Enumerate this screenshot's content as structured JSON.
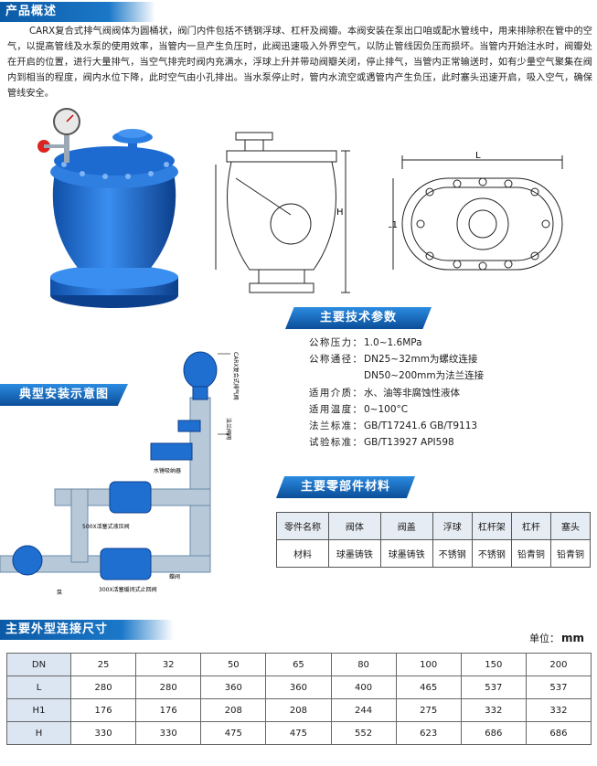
{
  "overview": {
    "title": "产品概述",
    "text": "CARX复合式排气阀阀体为圆桶状，阀门内件包括不锈钢浮球、杠杆及阀瓣。本阀安装在泵出口咱或配水管线中，用来排除积在管中的空气，以提高管线及水泵的使用效率，当管内一旦产生负压时，此阀迅速吸入外界空气，以防止管线因负压而损坏。当管内开始注水时，阀瓣处在开启的位置，进行大量排气，当空气排完时阀内充满水，浮球上升并带动阀瓣关闭，停止排气，当管内正常输送时，如有少量空气聚集在阀内到相当的程度，阀内水位下降，此时空气由小孔排出。当水泵停止时，管内水流空或遇管内产生负压，此时塞头迅速开启，吸入空气，确保管线安全。"
  },
  "specs": {
    "title": "主要技术参数",
    "rows": [
      {
        "key": "公称压力：",
        "val": "1.0~1.6MPa"
      },
      {
        "key": "公称通径：",
        "val": "DN25~32mm为螺纹连接"
      },
      {
        "key": "",
        "val": "DN50~200mm为法兰连接"
      },
      {
        "key": "适用介质：",
        "val": "水、油等非腐蚀性液体"
      },
      {
        "key": "适用温度：",
        "val": "0~100°C"
      },
      {
        "key": "法兰标准：",
        "val": "GB/T17241.6  GB/T9113"
      },
      {
        "key": "试验标准：",
        "val": "GB/T13927  API598"
      }
    ]
  },
  "install": {
    "title": "典型安装示意图",
    "labels": {
      "valve": "CARX复合式排气阀",
      "gate": "法兰闸阀",
      "collector": "水锤吸纳器",
      "control": "500X活塞式液压阀",
      "check": "300X活塞缓闭式止回阀",
      "pump": "泵",
      "butterfly": "蝶阀"
    }
  },
  "materials": {
    "title": "主要零部件材料",
    "header": [
      "零件名称",
      "阀体",
      "阀盖",
      "浮球",
      "杠杆架",
      "杠杆",
      "塞头"
    ],
    "row": [
      "材料",
      "球墨铸铁",
      "球墨铸铁",
      "不锈钢",
      "不锈钢",
      "铅青铜",
      "铅青铜"
    ]
  },
  "dimensions": {
    "title": "主要外型连接尺寸",
    "unit_label": "单位：",
    "unit": "mm",
    "rows": [
      {
        "head": "DN",
        "cells": [
          "25",
          "32",
          "50",
          "65",
          "80",
          "100",
          "150",
          "200"
        ]
      },
      {
        "head": "L",
        "cells": [
          "280",
          "280",
          "360",
          "360",
          "400",
          "465",
          "537",
          "537"
        ]
      },
      {
        "head": "H1",
        "cells": [
          "176",
          "176",
          "208",
          "208",
          "244",
          "275",
          "332",
          "332"
        ]
      },
      {
        "head": "H",
        "cells": [
          "330",
          "330",
          "475",
          "475",
          "552",
          "623",
          "686",
          "686"
        ]
      }
    ]
  },
  "drawing": {
    "dim_H": "H",
    "dim_L": "L",
    "dim_L1": "L1"
  },
  "colors": {
    "accent": "#0c5aa6",
    "valve_blue": "#1f6fd1",
    "pipe": "#b7c9d9"
  }
}
